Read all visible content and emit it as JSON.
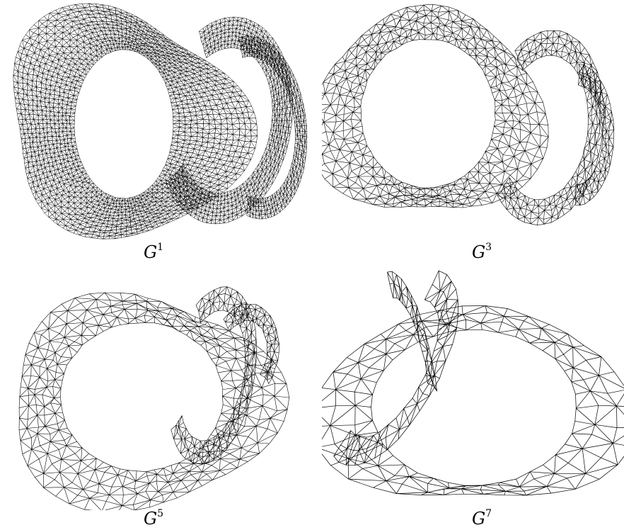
{
  "figure": {
    "panels": [
      {
        "id": "g1",
        "label": "G",
        "superscript": "1",
        "mesh_density": "very-dense",
        "description_key": "mesh-1"
      },
      {
        "id": "g3",
        "label": "G",
        "superscript": "3",
        "mesh_density": "dense",
        "description_key": "mesh-3"
      },
      {
        "id": "g5",
        "label": "G",
        "superscript": "5",
        "mesh_density": "medium",
        "description_key": "mesh-5"
      },
      {
        "id": "g7",
        "label": "G",
        "superscript": "7",
        "mesh_density": "sparse",
        "description_key": "mesh-7"
      }
    ],
    "colors": {
      "stroke": "#000000",
      "background": "#ffffff"
    }
  }
}
